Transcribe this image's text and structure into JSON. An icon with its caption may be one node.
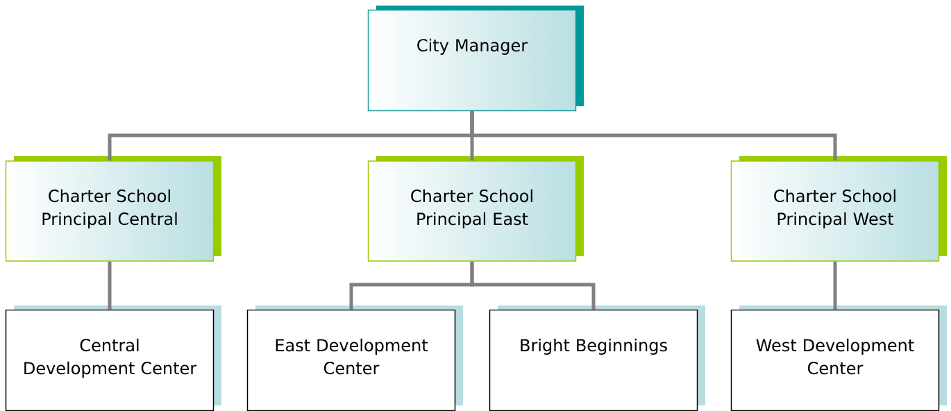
{
  "diagram": {
    "nodes": [
      {
        "text": [
          "City Manager"
        ]
      },
      {
        "text": [
          "Charter School Principal Central"
        ]
      },
      {
        "text": [
          "Charter School Principal East"
        ]
      },
      {
        "text": [
          "Charter School Principal West"
        ]
      },
      {
        "text": [
          "Central Development Center"
        ]
      },
      {
        "text": [
          "East Development Center"
        ]
      },
      {
        "text": [
          "Bright Beginnings"
        ]
      },
      {
        "text": [
          "West Development Center"
        ]
      }
    ],
    "edges": [
      {
        "from": 0,
        "to": 1,
        "arrow": "none"
      },
      {
        "from": 0,
        "to": 2,
        "arrow": "none"
      },
      {
        "from": 0,
        "to": 3,
        "arrow": "none"
      },
      {
        "from": 1,
        "to": 4,
        "arrow": "none"
      },
      {
        "from": 2,
        "to": 5,
        "arrow": "none"
      },
      {
        "from": 2,
        "to": 6,
        "arrow": "none"
      },
      {
        "from": 3,
        "to": 7,
        "arrow": "none"
      }
    ]
  }
}
